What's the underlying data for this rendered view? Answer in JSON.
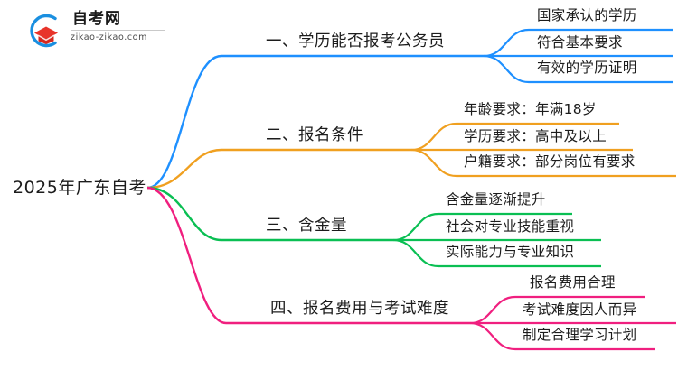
{
  "logo": {
    "name_cn": "自考网",
    "url": "zikao-zikao.com",
    "mark_arc_color": "#1a8fe0",
    "mark_cap_color": "#e8342a"
  },
  "mindmap": {
    "root": {
      "label": "2025年广东自考"
    },
    "branches": [
      {
        "index": "1",
        "label": "一、学历能否报考公务员",
        "color": "#1e90ff",
        "children": [
          {
            "label": "国家承认的学历"
          },
          {
            "label": "符合基本要求"
          },
          {
            "label": "有效的学历证明"
          }
        ]
      },
      {
        "index": "2",
        "label": "二、报名条件",
        "color": "#f0a020",
        "children": [
          {
            "label": "年龄要求：年满18岁"
          },
          {
            "label": "学历要求：高中及以上"
          },
          {
            "label": "户籍要求：部分岗位有要求"
          }
        ]
      },
      {
        "index": "3",
        "label": "三、含金量",
        "color": "#0abf53",
        "children": [
          {
            "label": "含金量逐渐提升"
          },
          {
            "label": "社会对专业技能重视"
          },
          {
            "label": "实际能力与专业知识"
          }
        ]
      },
      {
        "index": "4",
        "label": "四、报名费用与考试难度",
        "color": "#f01f7f",
        "children": [
          {
            "label": "报名费用合理"
          },
          {
            "label": "考试难度因人而异"
          },
          {
            "label": "制定合理学习计划"
          }
        ]
      }
    ]
  }
}
